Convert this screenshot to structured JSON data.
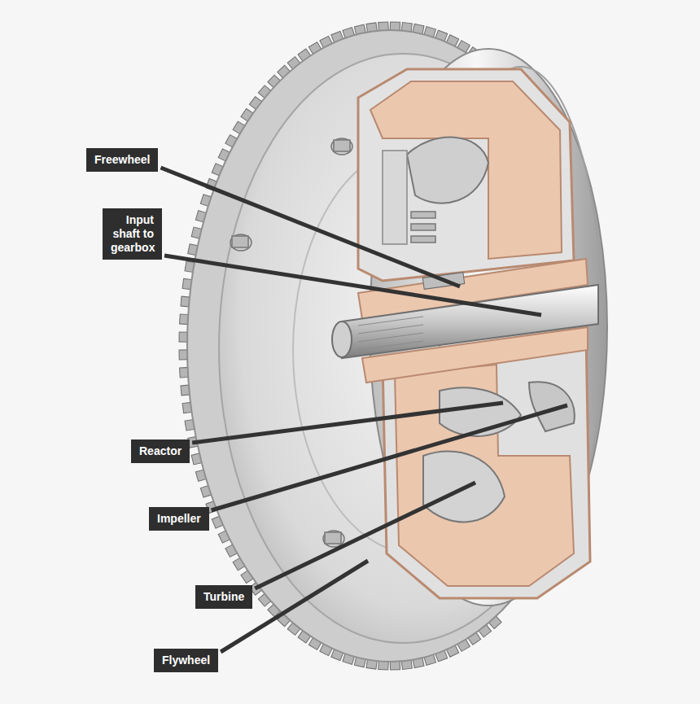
{
  "diagram": {
    "labels": [
      "Freewheel",
      "Input shaft to gearbox",
      "Reactor",
      "Impeller",
      "Turbine",
      "Flywheel"
    ]
  }
}
